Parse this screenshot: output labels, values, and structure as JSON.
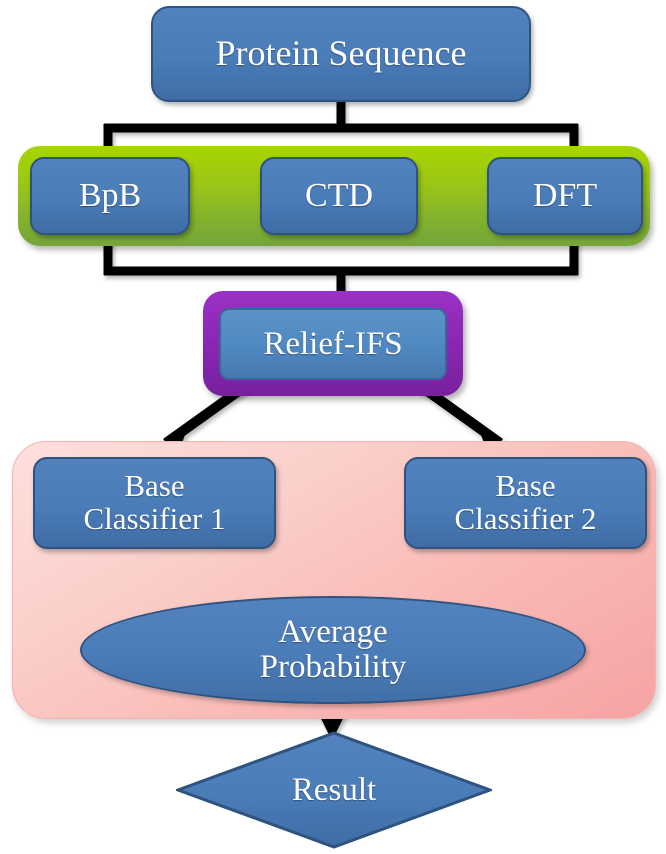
{
  "diagram": {
    "title": "Protein classification ensemble flowchart",
    "nodes": {
      "protein_sequence": "Protein Sequence",
      "feature_bpb": "BpB",
      "feature_ctd": "CTD",
      "feature_dft": "DFT",
      "relief_ifs": "Relief-IFS",
      "base_classifier_1": "Base\nClassifier 1",
      "base_classifier_2": "Base\nClassifier 2",
      "average_probability": "Average\nProbability",
      "result": "Result"
    },
    "colors": {
      "node_blue": "#4a7cb8",
      "node_blue_border": "#2f537f",
      "feature_band_green_top": "#a8d400",
      "feature_band_green_bottom": "#74a53b",
      "relief_purple": "#8a26b4",
      "relief_inner_blue": "#4f88c0",
      "ensemble_pink_light": "#fde0dc",
      "ensemble_pink_deep": "#f6a3a3",
      "connector_black": "#000000",
      "text_white": "#ffffff"
    }
  }
}
